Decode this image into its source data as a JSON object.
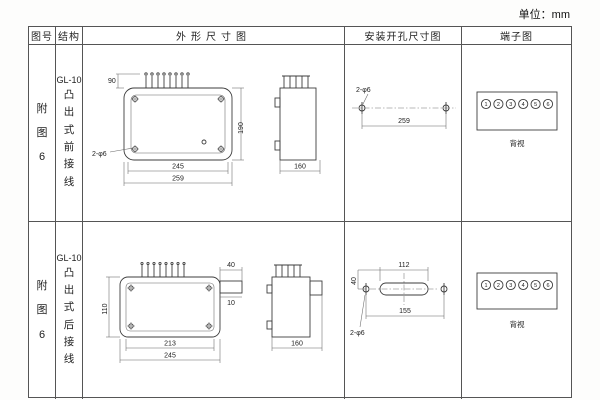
{
  "unit_label": "单位：mm",
  "headers": {
    "fig_no": "图号",
    "structure": "结构",
    "outline": "外形尺寸图",
    "mounting": "安装开孔尺寸图",
    "terminal": "端子图"
  },
  "rows": [
    {
      "fig_no": "附图6",
      "model": "GL-10",
      "structure": "凸出式前接线",
      "outline_dims": {
        "d90": "90",
        "d190": "190",
        "d245": "245",
        "d259": "259",
        "d160": "160",
        "dphi": "2-φ6"
      },
      "mounting_dims": {
        "dphi": "2-φ6",
        "d259": "259"
      },
      "terminals": [
        "1",
        "2",
        "3",
        "4",
        "5",
        "6"
      ],
      "terminal_note": "背视"
    },
    {
      "fig_no": "附图6",
      "model": "GL-10",
      "structure": "凸出式后接线",
      "outline_dims": {
        "d40": "40",
        "d10": "10",
        "d110": "110",
        "d213": "213",
        "d245": "245",
        "d160": "160"
      },
      "mounting_dims": {
        "d112": "112",
        "d40": "40",
        "d155": "155",
        "dphi": "2-φ6"
      },
      "terminals": [
        "1",
        "2",
        "3",
        "4",
        "5",
        "6"
      ],
      "terminal_note": "背视"
    }
  ]
}
